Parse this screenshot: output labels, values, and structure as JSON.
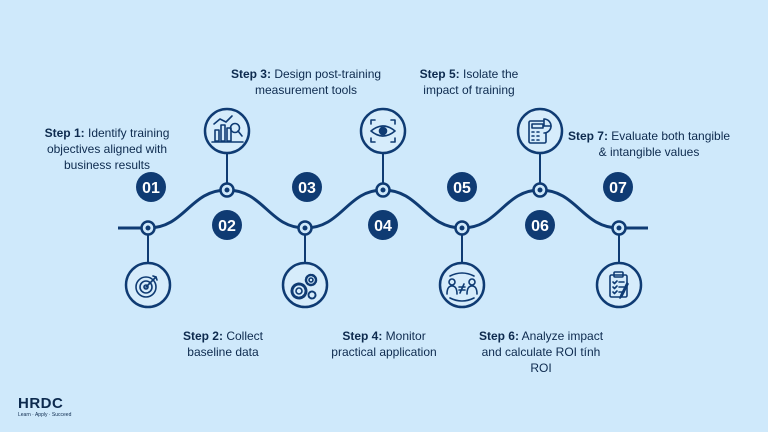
{
  "colors": {
    "background": "#cfe9fb",
    "navy": "#0f3b73",
    "text": "#0d2a4e",
    "icon_fill": "#d6ecfb"
  },
  "steps": [
    {
      "number": "01",
      "title": "Step 1:",
      "text": "Identify training objectives aligned with business results",
      "icon": "target-icon"
    },
    {
      "number": "02",
      "title": "Step 2:",
      "text": "Collect baseline data",
      "icon": "bar-chart-search-icon"
    },
    {
      "number": "03",
      "title": "Step 3:",
      "text": "Design post-training measurement tools",
      "icon": "gears-icon"
    },
    {
      "number": "04",
      "title": "Step 4:",
      "text": "Monitor practical application",
      "icon": "eye-focus-icon"
    },
    {
      "number": "05",
      "title": "Step 5:",
      "text": "Isolate the impact of training",
      "icon": "people-not-equal-icon"
    },
    {
      "number": "06",
      "title": "Step 6:",
      "text": "Analyze impact and calculate ROI tính ROI",
      "icon": "calculator-chart-icon"
    },
    {
      "number": "07",
      "title": "Step 7:",
      "text": "Evaluate both tangible & intangible values",
      "icon": "clipboard-checklist-icon"
    }
  ],
  "logo": {
    "name": "HRDC",
    "tagline": "Learn · Apply · Succeed"
  }
}
